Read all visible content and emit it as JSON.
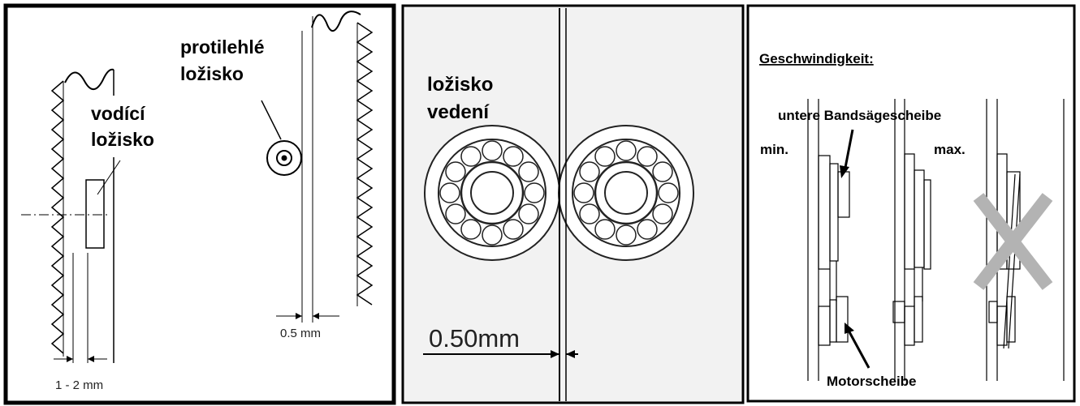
{
  "panel1": {
    "label_guide": [
      "vodící",
      "ložisko"
    ],
    "label_opposite": [
      "protilehlé",
      "ložisko"
    ],
    "dim_left": "1 - 2 mm",
    "dim_right": "0.5 mm"
  },
  "panel2": {
    "label_bearing": [
      "ložisko",
      "vedení"
    ],
    "dim": "0.50mm"
  },
  "panel3": {
    "title": "Geschwindigkeit:",
    "label_upper_wheel": "untere Bandsägescheibe",
    "label_min": "min.",
    "label_max": "max.",
    "label_motor_wheel": "Motorscheibe",
    "cross_color": "#b3b3b3"
  }
}
